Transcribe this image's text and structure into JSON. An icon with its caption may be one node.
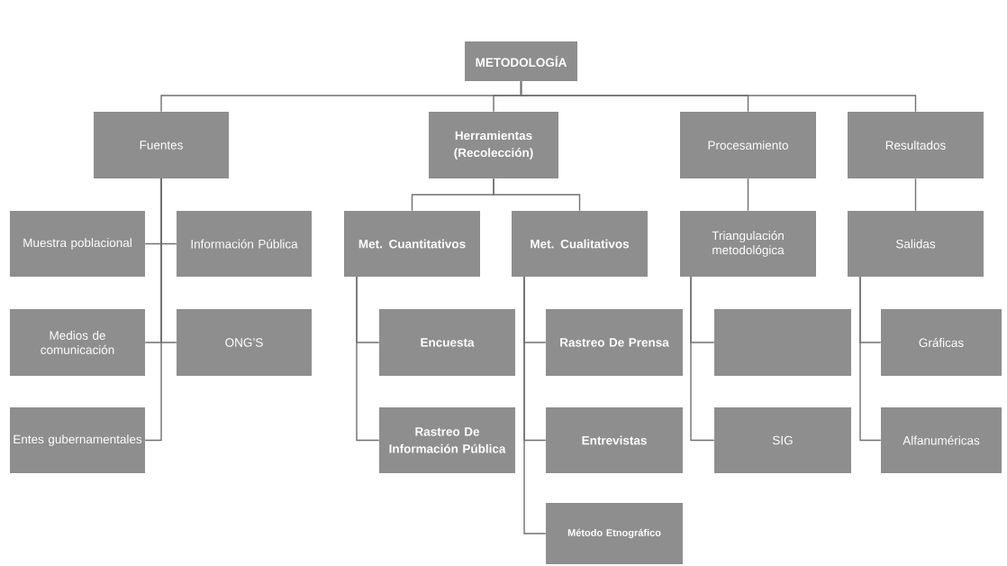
{
  "diagram": {
    "nodes": [
      {
        "text": [
          "METODOLOGÍA"
        ]
      },
      {
        "text": [
          "Fuentes"
        ]
      },
      {
        "text": [
          "Herramientas (Recolección)"
        ]
      },
      {
        "text": [
          "Procesamiento"
        ]
      },
      {
        "text": [
          "Resultados"
        ]
      },
      {
        "text": [
          "Muestra poblacional"
        ]
      },
      {
        "text": [
          "Información Pública"
        ]
      },
      {
        "text": [
          "Medios de comunicación"
        ]
      },
      {
        "text": [
          "ONG’S"
        ]
      },
      {
        "text": [
          "Entes gubernamentales"
        ]
      },
      {
        "text": [
          "Met. Cuantitativos"
        ]
      },
      {
        "text": [
          "Met. Cualitativos"
        ]
      },
      {
        "text": [
          "Encuesta"
        ]
      },
      {
        "text": [
          "Rastreo De Información Pública"
        ]
      },
      {
        "text": [
          "Rastreo De Prensa"
        ]
      },
      {
        "text": [
          "Entrevistas"
        ]
      },
      {
        "text": [
          "Método Etnográfico"
        ]
      },
      {
        "text": [
          "Triangulación metodológica"
        ]
      },
      {
        "text": [
          "Salidas"
        ]
      },
      {
        "text": [],
        "shape": "box"
      },
      {
        "text": [
          "SIG"
        ]
      },
      {
        "text": [
          "Gráficas"
        ]
      },
      {
        "text": [
          "Alfanuméricas"
        ]
      }
    ],
    "edges": [
      {
        "from": 0,
        "to": 1,
        "arrow": "none"
      },
      {
        "from": 0,
        "to": 2,
        "arrow": "none"
      },
      {
        "from": 0,
        "to": 3,
        "arrow": "none"
      },
      {
        "from": 0,
        "to": 4,
        "arrow": "none"
      },
      {
        "from": 1,
        "to": 5,
        "arrow": "none"
      },
      {
        "from": 1,
        "to": 6,
        "arrow": "none"
      },
      {
        "from": 1,
        "to": 7,
        "arrow": "none"
      },
      {
        "from": 1,
        "to": 8,
        "arrow": "none"
      },
      {
        "from": 1,
        "to": 9,
        "arrow": "none"
      },
      {
        "from": 2,
        "to": 10,
        "arrow": "none"
      },
      {
        "from": 2,
        "to": 11,
        "arrow": "none"
      },
      {
        "from": 3,
        "to": 17,
        "arrow": "none"
      },
      {
        "from": 4,
        "to": 18,
        "arrow": "none"
      },
      {
        "from": 10,
        "to": 12,
        "arrow": "none"
      },
      {
        "from": 10,
        "to": 13,
        "arrow": "none"
      },
      {
        "from": 11,
        "to": 14,
        "arrow": "none"
      },
      {
        "from": 11,
        "to": 15,
        "arrow": "none"
      },
      {
        "from": 11,
        "to": 16,
        "arrow": "none"
      },
      {
        "from": 17,
        "to": 19,
        "arrow": "none"
      },
      {
        "from": 17,
        "to": 20,
        "arrow": "none"
      },
      {
        "from": 18,
        "to": 21,
        "arrow": "none"
      },
      {
        "from": 18,
        "to": 22,
        "arrow": "none"
      }
    ]
  }
}
